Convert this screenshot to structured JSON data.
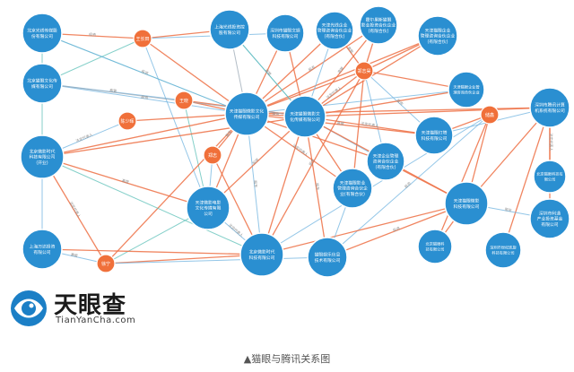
{
  "graph": {
    "companies": [
      {
        "id": "c1",
        "label": [
          "北京光线传媒股",
          "份有限公司"
        ]
      },
      {
        "id": "c2",
        "label": [
          "上海光线投资控",
          "股有限公司"
        ]
      },
      {
        "id": "c3",
        "label": [
          "深圳市猫眼文娱",
          "科技有限公司"
        ]
      },
      {
        "id": "c4",
        "label": [
          "天津光线企业",
          "管理咨询合伙企业",
          "(有限合伙)"
        ]
      },
      {
        "id": "c5",
        "label": [
          "霍尔果斯猫眼",
          "影业投资合伙企业",
          "(有限合伙)"
        ]
      },
      {
        "id": "c6",
        "label": [
          "天津猫眼企业",
          "管理咨询合伙企业",
          "(有限合伙)"
        ]
      },
      {
        "id": "c7",
        "label": [
          "北京猫眼文化传",
          "媒有限公司"
        ]
      },
      {
        "id": "c8",
        "label": [
          "天津猫眼企业管",
          "理咨询合伙企业"
        ]
      },
      {
        "id": "c9",
        "label": [
          "深圳市腾讯计算",
          "机系统有限公司"
        ]
      },
      {
        "id": "c10",
        "label": [
          "天津猫眼微影文化",
          "传媒有限公司"
        ]
      },
      {
        "id": "c11",
        "label": [
          "天津猫眼微影文",
          "化传媒有限公司"
        ]
      },
      {
        "id": "c12",
        "label": [
          "天津猫眼灯塔",
          "科技有限公司"
        ]
      },
      {
        "id": "c13",
        "label": [
          "北京微影时代",
          "科技有限公司",
          "(开业)"
        ]
      },
      {
        "id": "c14",
        "label": [
          "天津企业管理",
          "咨询合伙企业",
          "(有限合伙)"
        ]
      },
      {
        "id": "c15",
        "label": [
          "天津猫眼影业",
          "管理咨询合伙企",
          "业(有限合伙)"
        ]
      },
      {
        "id": "c16",
        "label": [
          "天津微影电影",
          "文化传媒有限",
          "公司"
        ]
      },
      {
        "id": "c17",
        "label": [
          "天津猫眼微影",
          "科技有限公司"
        ]
      },
      {
        "id": "c18",
        "label": [
          "深圳市利通",
          "产业投资基金",
          "有限公司"
        ]
      },
      {
        "id": "c19",
        "label": [
          "北京猫眼科",
          "技有限公司"
        ]
      },
      {
        "id": "c20",
        "label": [
          "上海万达投资",
          "有限公司"
        ]
      },
      {
        "id": "c21",
        "label": [
          "北京微影时代",
          "科技有限公司"
        ]
      },
      {
        "id": "c22",
        "label": [
          "猫眼娱乐信息",
          "技术有限公司"
        ]
      },
      {
        "id": "c23",
        "label": [
          "深圳市世纪凯旋",
          "科技有限公司"
        ]
      },
      {
        "id": "c24",
        "label": [
          "北京猫眼科技有",
          "限公司"
        ]
      }
    ],
    "people": [
      {
        "id": "p1",
        "label": "王长田"
      },
      {
        "id": "p2",
        "label": "郑志昊"
      },
      {
        "id": "p3",
        "label": "王晓"
      },
      {
        "id": "p4",
        "label": "陈少晖"
      },
      {
        "id": "p5",
        "label": "储鑫"
      },
      {
        "id": "p6",
        "label": "郑志"
      },
      {
        "id": "p7",
        "label": "徐宁"
      }
    ],
    "edge_labels": {
      "investment": "投资",
      "legal_rep": "法定代表人",
      "executive": "高管",
      "shareholder": "股东"
    },
    "colors": {
      "company_fill": "#2a8fd1",
      "company_stroke": "#ffffff",
      "person_fill": "#f0703a",
      "edge_orange": "#ee7045",
      "edge_blue": "#6fb3e0",
      "edge_teal": "#5cc0b8",
      "edge_gray": "#9aa8b4"
    }
  },
  "logo": {
    "name": "天眼查",
    "sub": "TianYanCha.com"
  },
  "caption": "▲猫眼与腾讯关系图"
}
